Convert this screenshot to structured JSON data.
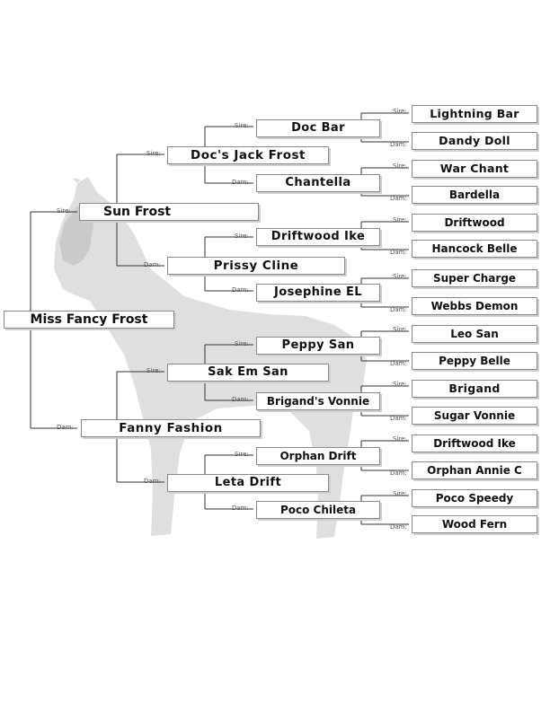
{
  "relation_labels": {
    "sire": "Sire:",
    "dam": "Dam:"
  },
  "subject": "Miss Fancy Frost",
  "sire": {
    "name": "Sun Frost",
    "sire": {
      "name": "Doc's Jack Frost",
      "sire": {
        "name": "Doc Bar",
        "sire": "Lightning Bar",
        "dam": "Dandy Doll"
      },
      "dam": {
        "name": "Chantella",
        "sire": "War Chant",
        "dam": "Bardella"
      }
    },
    "dam": {
      "name": "Prissy Cline",
      "sire": {
        "name": "Driftwood Ike",
        "sire": "Driftwood",
        "dam": "Hancock Belle"
      },
      "dam": {
        "name": "Josephine EL",
        "sire": "Super Charge",
        "dam": "Webbs Demon"
      }
    }
  },
  "dam": {
    "name": "Fanny Fashion",
    "sire": {
      "name": "Sak Em San",
      "sire": {
        "name": "Peppy San",
        "sire": "Leo San",
        "dam": "Peppy Belle"
      },
      "dam": {
        "name": "Brigand's Vonnie",
        "sire": "Brigand",
        "dam": "Sugar Vonnie"
      }
    },
    "dam": {
      "name": "Leta Drift",
      "sire": {
        "name": "Orphan Drift",
        "sire": "Driftwood Ike",
        "dam": "Orphan Annie C"
      },
      "dam": {
        "name": "Poco Chileta",
        "sire": "Poco Speedy",
        "dam": "Wood Fern"
      }
    }
  }
}
